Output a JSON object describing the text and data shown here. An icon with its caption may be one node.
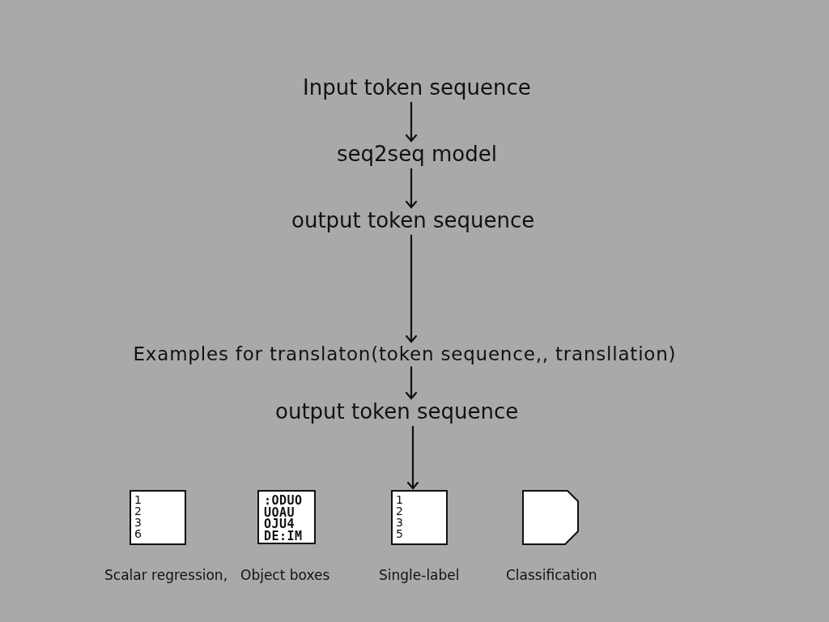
{
  "diagram": {
    "nodes": [
      {
        "text": [
          "Input token sequence"
        ]
      },
      {
        "text": [
          "seq2seq model"
        ]
      },
      {
        "text": [
          "output token sequence"
        ]
      },
      {
        "text": [
          "Examples for translaton(token sequence,, transllation)"
        ]
      },
      {
        "text": [
          "output token sequence"
        ]
      },
      {
        "text": [
          "1 2 3 6"
        ],
        "beside": [
          "Scalar regression,"
        ]
      },
      {
        "text": [
          ":ODUO UOAU OJU4 DE:IM"
        ],
        "beside": [
          "Object boxes"
        ]
      },
      {
        "text": [
          "1 2 3 5"
        ],
        "beside": [
          "Single-label"
        ]
      },
      {
        "text": [],
        "shape": "box",
        "beside": [
          "Classification"
        ]
      }
    ],
    "edges": [
      {
        "from": 0,
        "to": 1,
        "arrow": "to"
      },
      {
        "from": 1,
        "to": 2,
        "arrow": "to"
      },
      {
        "from": 2,
        "to": 3,
        "arrow": "to"
      },
      {
        "from": 3,
        "to": 4,
        "arrow": "to"
      },
      {
        "from": 4,
        "to": 7,
        "arrow": "to"
      }
    ]
  }
}
